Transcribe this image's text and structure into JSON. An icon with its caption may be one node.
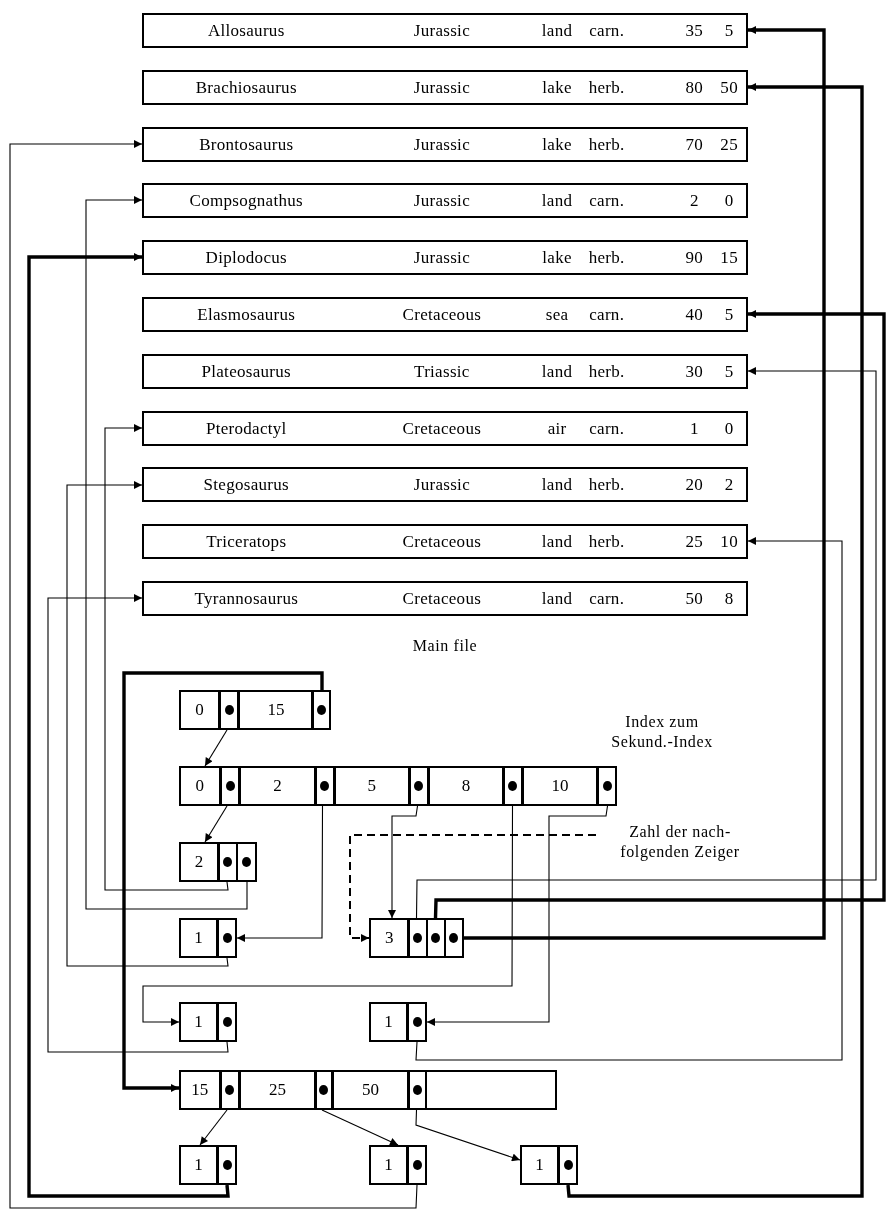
{
  "diagram": {
    "nodes": [
      {
        "text": [
          "Allosaurus",
          "Jurassic",
          "land",
          "carn.",
          "35",
          "5"
        ]
      },
      {
        "text": [
          "Brachiosaurus",
          "Jurassic",
          "lake",
          "herb.",
          "80",
          "50"
        ]
      },
      {
        "text": [
          "Brontosaurus",
          "Jurassic",
          "lake",
          "herb.",
          "70",
          "25"
        ]
      },
      {
        "text": [
          "Compsognathus",
          "Jurassic",
          "land",
          "carn.",
          "2",
          "0"
        ]
      },
      {
        "text": [
          "Diplodocus",
          "Jurassic",
          "lake",
          "herb.",
          "90",
          "15"
        ]
      },
      {
        "text": [
          "Elasmosaurus",
          "Cretaceous",
          "sea",
          "carn.",
          "40",
          "5"
        ]
      },
      {
        "text": [
          "Plateosaurus",
          "Triassic",
          "land",
          "herb.",
          "30",
          "5"
        ]
      },
      {
        "text": [
          "Pterodactyl",
          "Cretaceous",
          "air",
          "carn.",
          "1",
          "0"
        ]
      },
      {
        "text": [
          "Stegosaurus",
          "Jurassic",
          "land",
          "herb.",
          "20",
          "2"
        ]
      },
      {
        "text": [
          "Triceratops",
          "Cretaceous",
          "land",
          "herb.",
          "25",
          "10"
        ]
      },
      {
        "text": [
          "Tyrannosaurus",
          "Cretaceous",
          "land",
          "carn.",
          "50",
          "8"
        ]
      },
      {
        "text": [
          "0",
          "15"
        ]
      },
      {
        "text": [
          "0",
          "2",
          "5",
          "8",
          "10"
        ]
      },
      {
        "text": [
          "Zahl der nach-folgenden Zeiger"
        ]
      },
      {
        "text": [
          "2"
        ]
      },
      {
        "text": [
          "1"
        ]
      },
      {
        "text": [
          "3"
        ]
      },
      {
        "text": [
          "1"
        ]
      },
      {
        "text": [
          "1"
        ]
      },
      {
        "text": [
          "15",
          "25",
          "50"
        ]
      },
      {
        "text": [
          "1"
        ]
      },
      {
        "text": [
          "1"
        ]
      },
      {
        "text": [
          "1"
        ]
      }
    ],
    "edges": [
      {
        "from": 11,
        "to": 12,
        "arrow": "to"
      },
      {
        "from": 11,
        "to": 19,
        "arrow": "to",
        "style": "thick"
      },
      {
        "from": 12,
        "to": 14,
        "arrow": "to"
      },
      {
        "from": 12,
        "to": 15,
        "arrow": "to"
      },
      {
        "from": 12,
        "to": 16,
        "arrow": "to"
      },
      {
        "from": 12,
        "to": 17,
        "arrow": "to"
      },
      {
        "from": 12,
        "to": 18,
        "arrow": "to"
      },
      {
        "from": 13,
        "to": 16,
        "arrow": "to",
        "style": "dashed"
      },
      {
        "from": 14,
        "to": 7,
        "arrow": "to"
      },
      {
        "from": 14,
        "to": 3,
        "arrow": "to"
      },
      {
        "from": 15,
        "to": 8,
        "arrow": "to"
      },
      {
        "from": 16,
        "to": 6,
        "arrow": "to"
      },
      {
        "from": 16,
        "to": 5,
        "arrow": "to",
        "style": "thick"
      },
      {
        "from": 16,
        "to": 0,
        "arrow": "to",
        "style": "thick"
      },
      {
        "from": 17,
        "to": 10,
        "arrow": "to"
      },
      {
        "from": 18,
        "to": 9,
        "arrow": "to"
      },
      {
        "from": 19,
        "to": 20,
        "arrow": "to"
      },
      {
        "from": 19,
        "to": 21,
        "arrow": "to"
      },
      {
        "from": 19,
        "to": 22,
        "arrow": "to"
      },
      {
        "from": 20,
        "to": 4,
        "arrow": "to",
        "style": "thick"
      },
      {
        "from": 21,
        "to": 2,
        "arrow": "to"
      },
      {
        "from": 22,
        "to": 1,
        "arrow": "to",
        "style": "thick"
      }
    ],
    "labels": [
      "Main file",
      "Index zum Sekund.-Index"
    ]
  }
}
